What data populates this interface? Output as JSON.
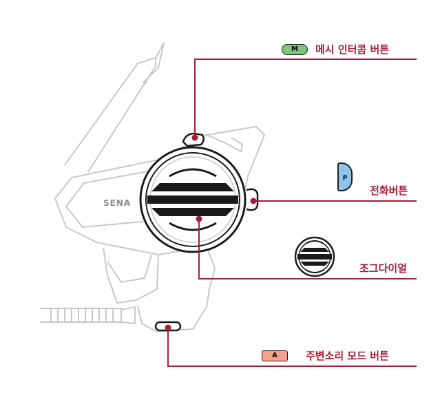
{
  "labels": {
    "mesh_intercom": "메시 인터콤 버튼",
    "phone": "전화버튼",
    "jog_dial": "조그다이얼",
    "ambient_mode": "주변소리 모드 버튼"
  },
  "badges": {
    "mesh": "M",
    "phone": "P",
    "ambient": "A"
  },
  "device": {
    "brand": "SENA"
  },
  "colors": {
    "leader_line": "#a51e36",
    "label_text": "#a51e36",
    "device_outline": "#c8c8c8",
    "device_dark": "#1a1a1a",
    "mesh_badge": "#7bc67a",
    "phone_badge": "#8cc4ee",
    "ambient_badge": "#f7a28a"
  }
}
